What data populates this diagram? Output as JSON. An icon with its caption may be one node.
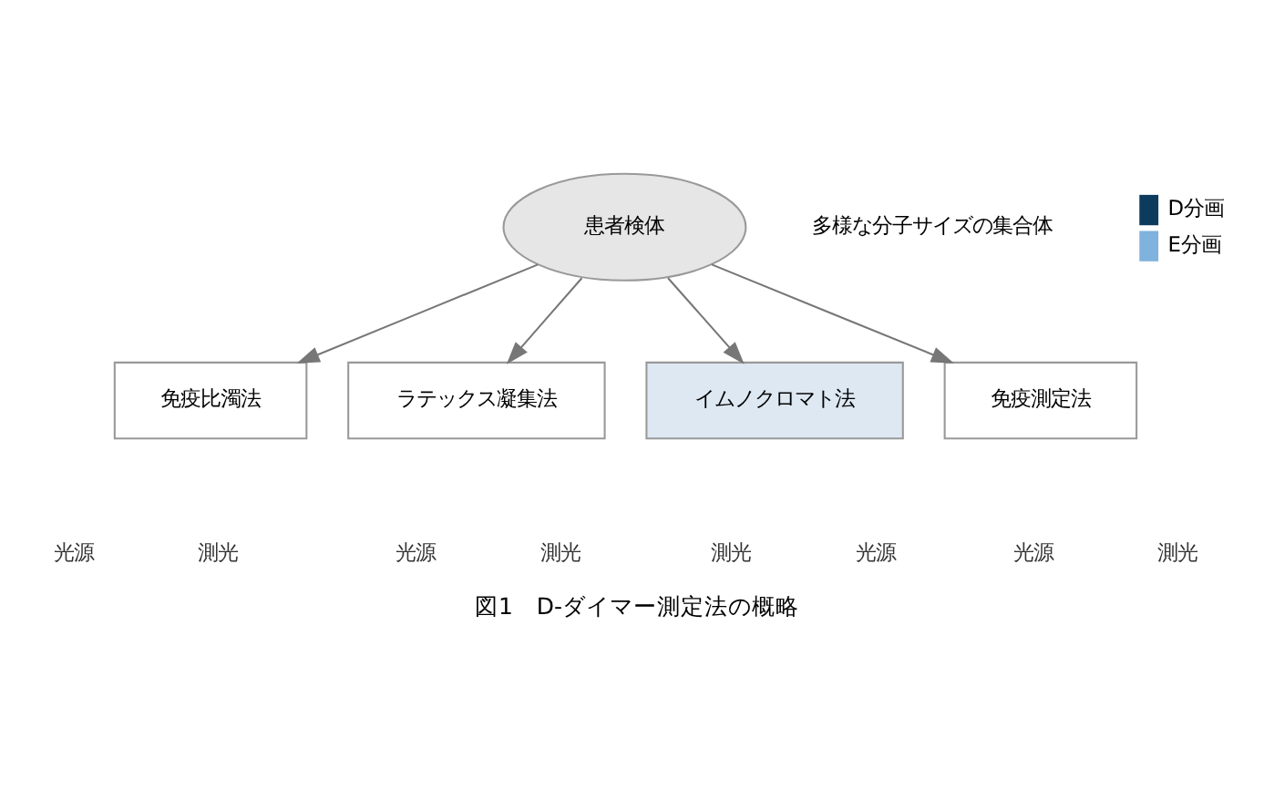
{
  "diagram": {
    "caption": "図1　D-ダイマー測定法の概略",
    "nodes": [
      {
        "text": [
          "患者検体"
        ],
        "beside": [
          "多様な分子サイズの集合体"
        ]
      },
      {
        "text": [
          "免疫比濁法"
        ]
      },
      {
        "text": [
          "ラテックス凝集法"
        ]
      },
      {
        "text": [
          "イムノクロマト法"
        ]
      },
      {
        "text": [
          "免疫測定法"
        ]
      }
    ],
    "edges": [
      {
        "from": 0,
        "to": 1,
        "arrow": "to"
      },
      {
        "from": 0,
        "to": 2,
        "arrow": "to"
      },
      {
        "from": 0,
        "to": 3,
        "arrow": "to"
      },
      {
        "from": 0,
        "to": 4,
        "arrow": "to"
      }
    ],
    "labels": [
      "光源",
      "測光",
      "光源",
      "測光",
      "測光",
      "光源",
      "光源",
      "測光"
    ],
    "legend": [
      {
        "text": "D分画",
        "color": "#0d3b5e"
      },
      {
        "text": "E分画",
        "color": "#7fb2dc"
      }
    ]
  }
}
